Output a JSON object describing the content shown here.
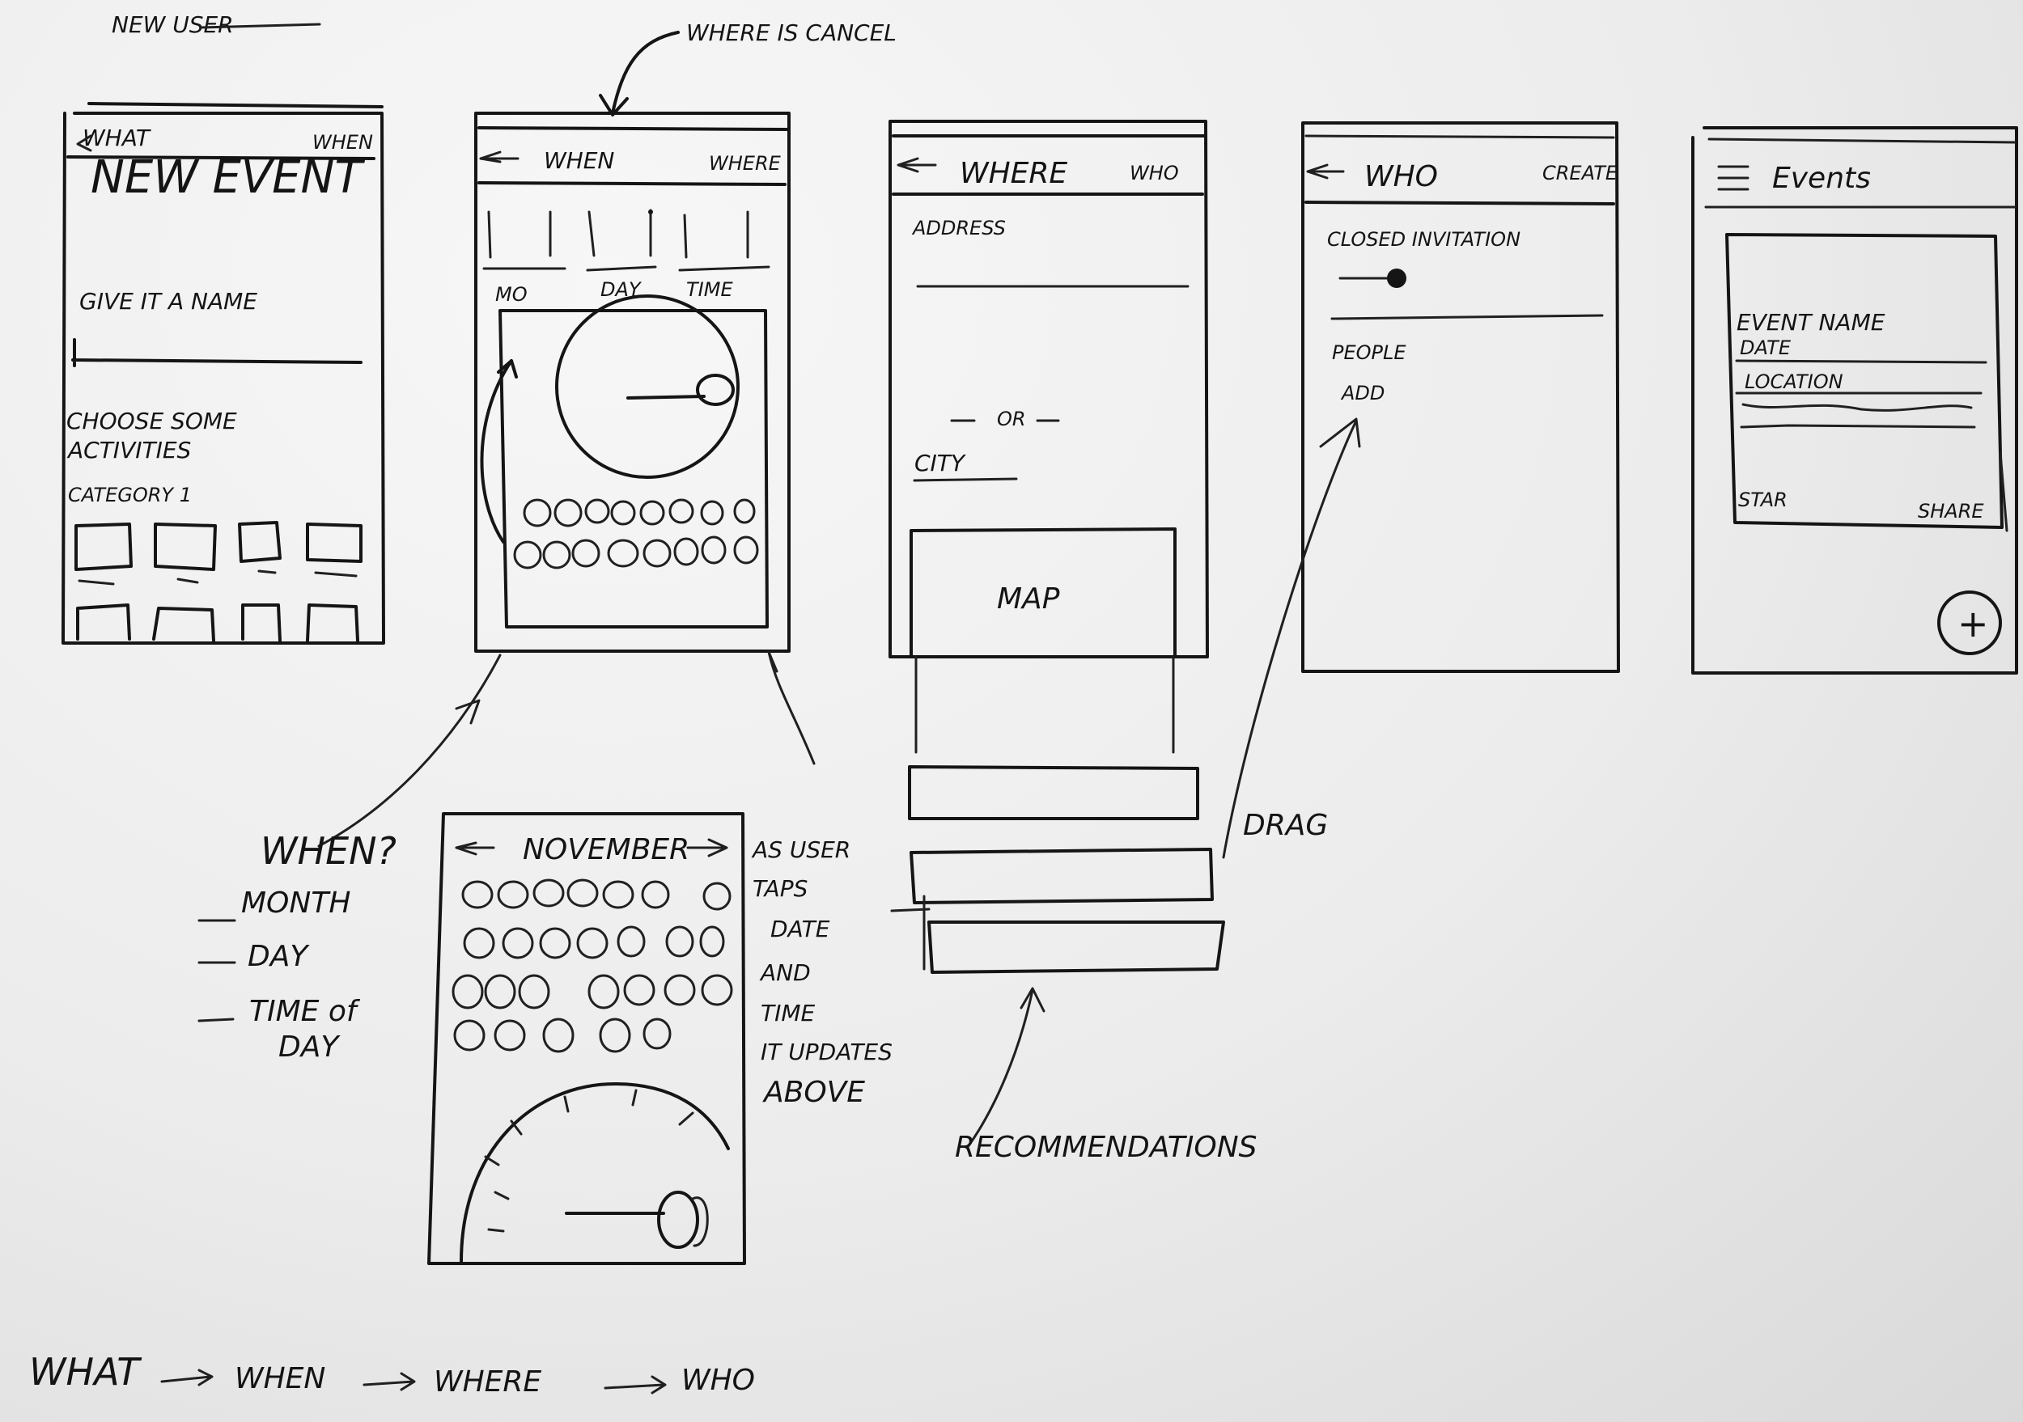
{
  "page": {
    "title": "NEW USER",
    "flow": [
      "WHAT",
      "WHEN",
      "WHERE",
      "WHO"
    ]
  },
  "annotations": {
    "where_is_cancel": "WHERE IS CANCEL",
    "as_user_taps": [
      "AS USER",
      "TAPS",
      "DATE",
      "AND",
      "TIME",
      "IT UPDATES",
      "ABOVE"
    ],
    "recommendations": "RECOMMENDATIONS",
    "drag": "DRAG",
    "when_question": "WHEN?",
    "when_items": [
      "MONTH",
      "DAY",
      "TIME of",
      "DAY"
    ]
  },
  "screens": {
    "what": {
      "back": "WHAT",
      "next": "WHEN",
      "heading": "NEW EVENT",
      "name_label": "GIVE IT A NAME",
      "choose_label": [
        "CHOOSE SOME",
        "ACTIVITIES"
      ],
      "category": "CATEGORY 1"
    },
    "when": {
      "back": "WHEN",
      "next": "WHERE",
      "tabs": [
        "MO",
        "DAY",
        "TIME"
      ]
    },
    "where": {
      "back": "WHERE",
      "next": "WHO",
      "address": "ADDRESS",
      "or": "OR",
      "city": "CITY",
      "map": "MAP"
    },
    "who": {
      "back": "WHO",
      "next": "CREATE",
      "closed": "CLOSED INVITATION",
      "people": "PEOPLE",
      "add": "ADD"
    },
    "events": {
      "title": "Events",
      "event_name": "EVENT NAME",
      "date": "DATE",
      "location": "LOCATION",
      "star": "STAR",
      "share": "SHARE",
      "fab": "+"
    },
    "calendar": {
      "month": "NOVEMBER"
    }
  }
}
